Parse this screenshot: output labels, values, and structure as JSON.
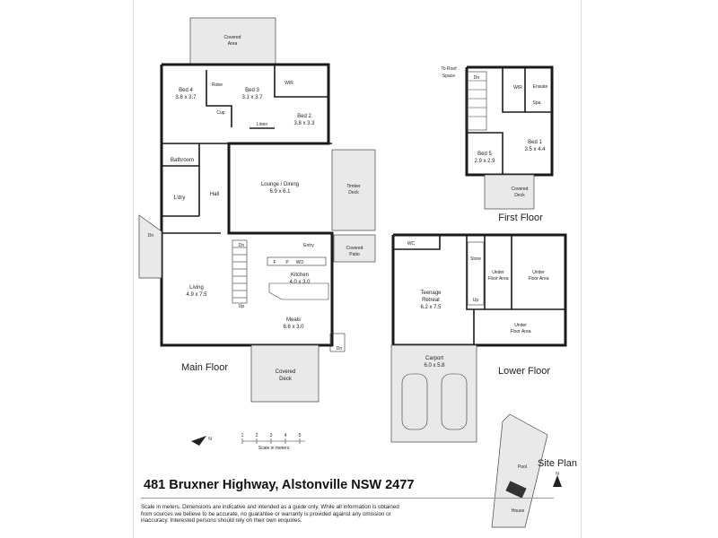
{
  "address": "481 Bruxner Highway, Alstonville NSW 2477",
  "disclaimer": "Scale in meters. Dimensions are indicative and intended as a guide only. While all information is obtained from sources we believe to be accurate, no guarantee or warranty is provided against any omission or inaccuracy. Interested persons should rely on their own enquiries.",
  "scale": {
    "ticks": [
      "1",
      "2",
      "3",
      "4",
      "5"
    ],
    "label": "Scale in meters"
  },
  "compass_letter": "N",
  "floors": {
    "main": "Main Floor",
    "first": "First Floor",
    "lower": "Lower Floor",
    "site": "Site Plan"
  },
  "main_floor": {
    "covered_area": [
      "Covered",
      "Area"
    ],
    "bed4": {
      "name": "Bed 4",
      "dims": "3.6 x 3.7"
    },
    "bed3": {
      "name": "Bed 3",
      "dims": "3.1 x 3.7"
    },
    "bed2": {
      "name": "Bed 2",
      "dims": "3.8 x 3.3"
    },
    "robe": "Robe",
    "cup": "Cup",
    "wir": "WIR",
    "linen": "Linen",
    "bathroom": "Bathroom",
    "laundry": "L'dry",
    "hall": "Hall",
    "lounge": {
      "name": "Lounge / Dining",
      "dims": "6.9 x 6.1"
    },
    "timber_deck": [
      "Timber",
      "Deck"
    ],
    "covered_patio": [
      "Covered",
      "Patio"
    ],
    "entry": "Entry",
    "dn": "Dn",
    "up": "Up",
    "f": "F",
    "p": "P",
    "wo": "WO",
    "kitchen": {
      "name": "Kitchen",
      "dims": "4.0 x 3.0"
    },
    "living": {
      "name": "Living",
      "dims": "4.9 x 7.5"
    },
    "meals": {
      "name": "Meals",
      "dims": "6.6 x 3.0"
    },
    "covered_deck": [
      "Covered",
      "Deck"
    ]
  },
  "first_floor": {
    "to_roof": [
      "To Roof",
      "Space"
    ],
    "dn": "Dn",
    "wir": "WIR",
    "ensuite": "Ensuite",
    "spa": "Spa",
    "bed1": {
      "name": "Bed 1",
      "dims": "3.5 x 4.4"
    },
    "bed5": {
      "name": "Bed 5",
      "dims": "2.9 x 2.9"
    },
    "covered_deck": [
      "Covered",
      "Deck"
    ]
  },
  "lower_floor": {
    "wc": "WC",
    "store": "Store",
    "up": "Up",
    "teenage": {
      "name1": "Teenage",
      "name2": "Retreat",
      "dims": "6.2 x 7.5"
    },
    "under_floor": [
      "Under",
      "Floor Area"
    ],
    "carport": {
      "name": "Carport",
      "dims": "6.0 x 5.8"
    }
  },
  "site_plan": {
    "pool": "Pool",
    "house": "House"
  }
}
